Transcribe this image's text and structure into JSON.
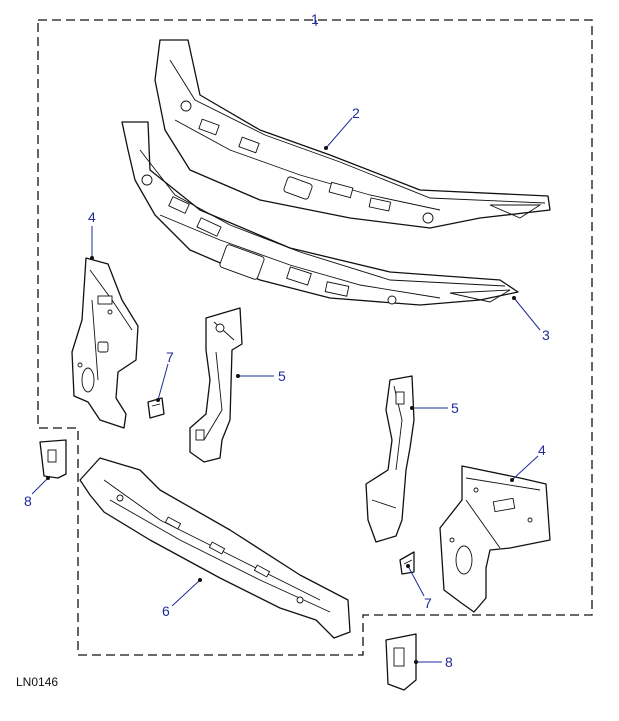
{
  "diagram": {
    "reference_code": "LN0146",
    "line_color": "#111111",
    "callout_color": "#1f2a9b",
    "callouts": [
      {
        "id": "c1",
        "label": "1"
      },
      {
        "id": "c2",
        "label": "2"
      },
      {
        "id": "c3",
        "label": "3"
      },
      {
        "id": "c4a",
        "label": "4"
      },
      {
        "id": "c4b",
        "label": "4"
      },
      {
        "id": "c5a",
        "label": "5"
      },
      {
        "id": "c5b",
        "label": "5"
      },
      {
        "id": "c6",
        "label": "6"
      },
      {
        "id": "c7a",
        "label": "7"
      },
      {
        "id": "c7b",
        "label": "7"
      },
      {
        "id": "c8a",
        "label": "8"
      },
      {
        "id": "c8b",
        "label": "8"
      }
    ]
  }
}
